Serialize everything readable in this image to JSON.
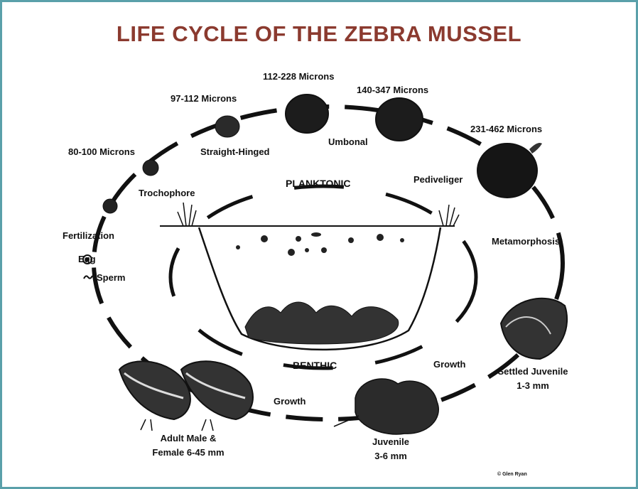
{
  "title": "LIFE CYCLE OF THE ZEBRA MUSSEL",
  "colors": {
    "title": "#8b3a2f",
    "border": "#5aa0aa",
    "ink": "#111111"
  },
  "stages": {
    "egg": "Egg",
    "sperm": "Sperm",
    "fertilization": "Fertilization",
    "trochophore": "Trochophore",
    "trochophore_size": "80-100 Microns",
    "straight_hinged": "Straight-Hinged",
    "straight_hinged_size": "97-112 Microns",
    "umbonal": "Umbonal",
    "umbonal_size_a": "112-228 Microns",
    "umbonal_size_b": "140-347 Microns",
    "pediveliger": "Pediveliger",
    "pediveliger_size": "231-462 Microns",
    "metamorphosis": "Metamorphosis",
    "settled_juvenile": "Settled Juvenile",
    "settled_juvenile_size": "1-3 mm",
    "growth_1": "Growth",
    "juvenile": "Juvenile",
    "juvenile_size": "3-6 mm",
    "growth_2": "Growth",
    "adult": "Adult Male &",
    "adult_size": "Female 6-45 mm"
  },
  "zones": {
    "planktonic": "PLANKTONIC",
    "benthic": "BENTHIC"
  },
  "credit": "© Glen Ryan"
}
